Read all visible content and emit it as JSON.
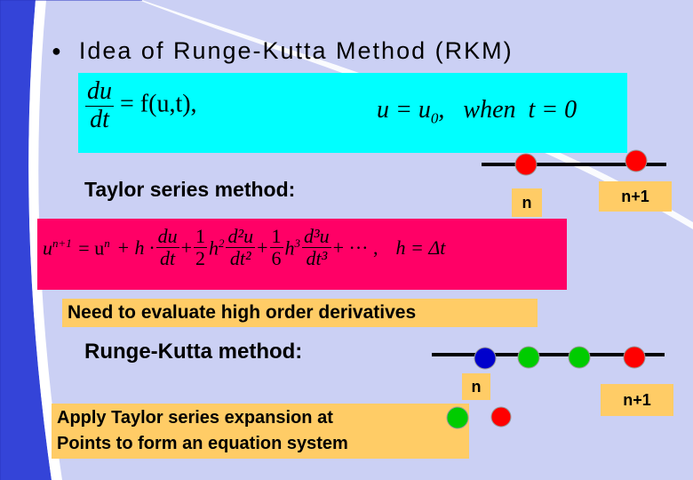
{
  "slide": {
    "title": "Idea of Runge-Kutta Method (RKM)",
    "equation1": {
      "lhs_num": "du",
      "lhs_den": "dt",
      "rhs": "= f(u,t),",
      "condition": "u = u",
      "condition_sub": "0",
      "condition_tail": ",   when  t = 0"
    },
    "taylor_label": "Taylor series method:",
    "taylor_grid": {
      "label_n": "n",
      "label_n1": "n+1"
    },
    "equation2": {
      "lead": "u",
      "lead_sup": "n+1",
      "eq": " = u",
      "eq_sup": "n",
      "plus_h": " + h ·",
      "t1_num": "du",
      "t1_den": "dt",
      "c2_num": "1",
      "c2_den": "2",
      "h2": "h",
      "h2_sup": "2",
      "t2_num": "d²u",
      "t2_den": "dt²",
      "c3_num": "1",
      "c3_den": "6",
      "h3": "h",
      "h3_sup": "3",
      "t3_num": "d³u",
      "t3_den": "dt³",
      "tail": "+ ··· ,",
      "hdef": "h = Δt"
    },
    "note1": "Need to evaluate high order derivatives",
    "rk_label": "Runge-Kutta method:",
    "rk_grid": {
      "label_n": "n",
      "label_n1": "n+1"
    },
    "note2_line1": "Apply Taylor series expansion at",
    "note2_line2": "Points to form an equation system",
    "colors": {
      "background": "#cbd0f4",
      "equation1_bg": "#00ffff",
      "equation2_bg": "#ff0066",
      "note_bg": "#ffcc66",
      "dot_red": "#ff0000",
      "dot_green": "#00cc00",
      "dot_blue": "#0000cc"
    }
  }
}
